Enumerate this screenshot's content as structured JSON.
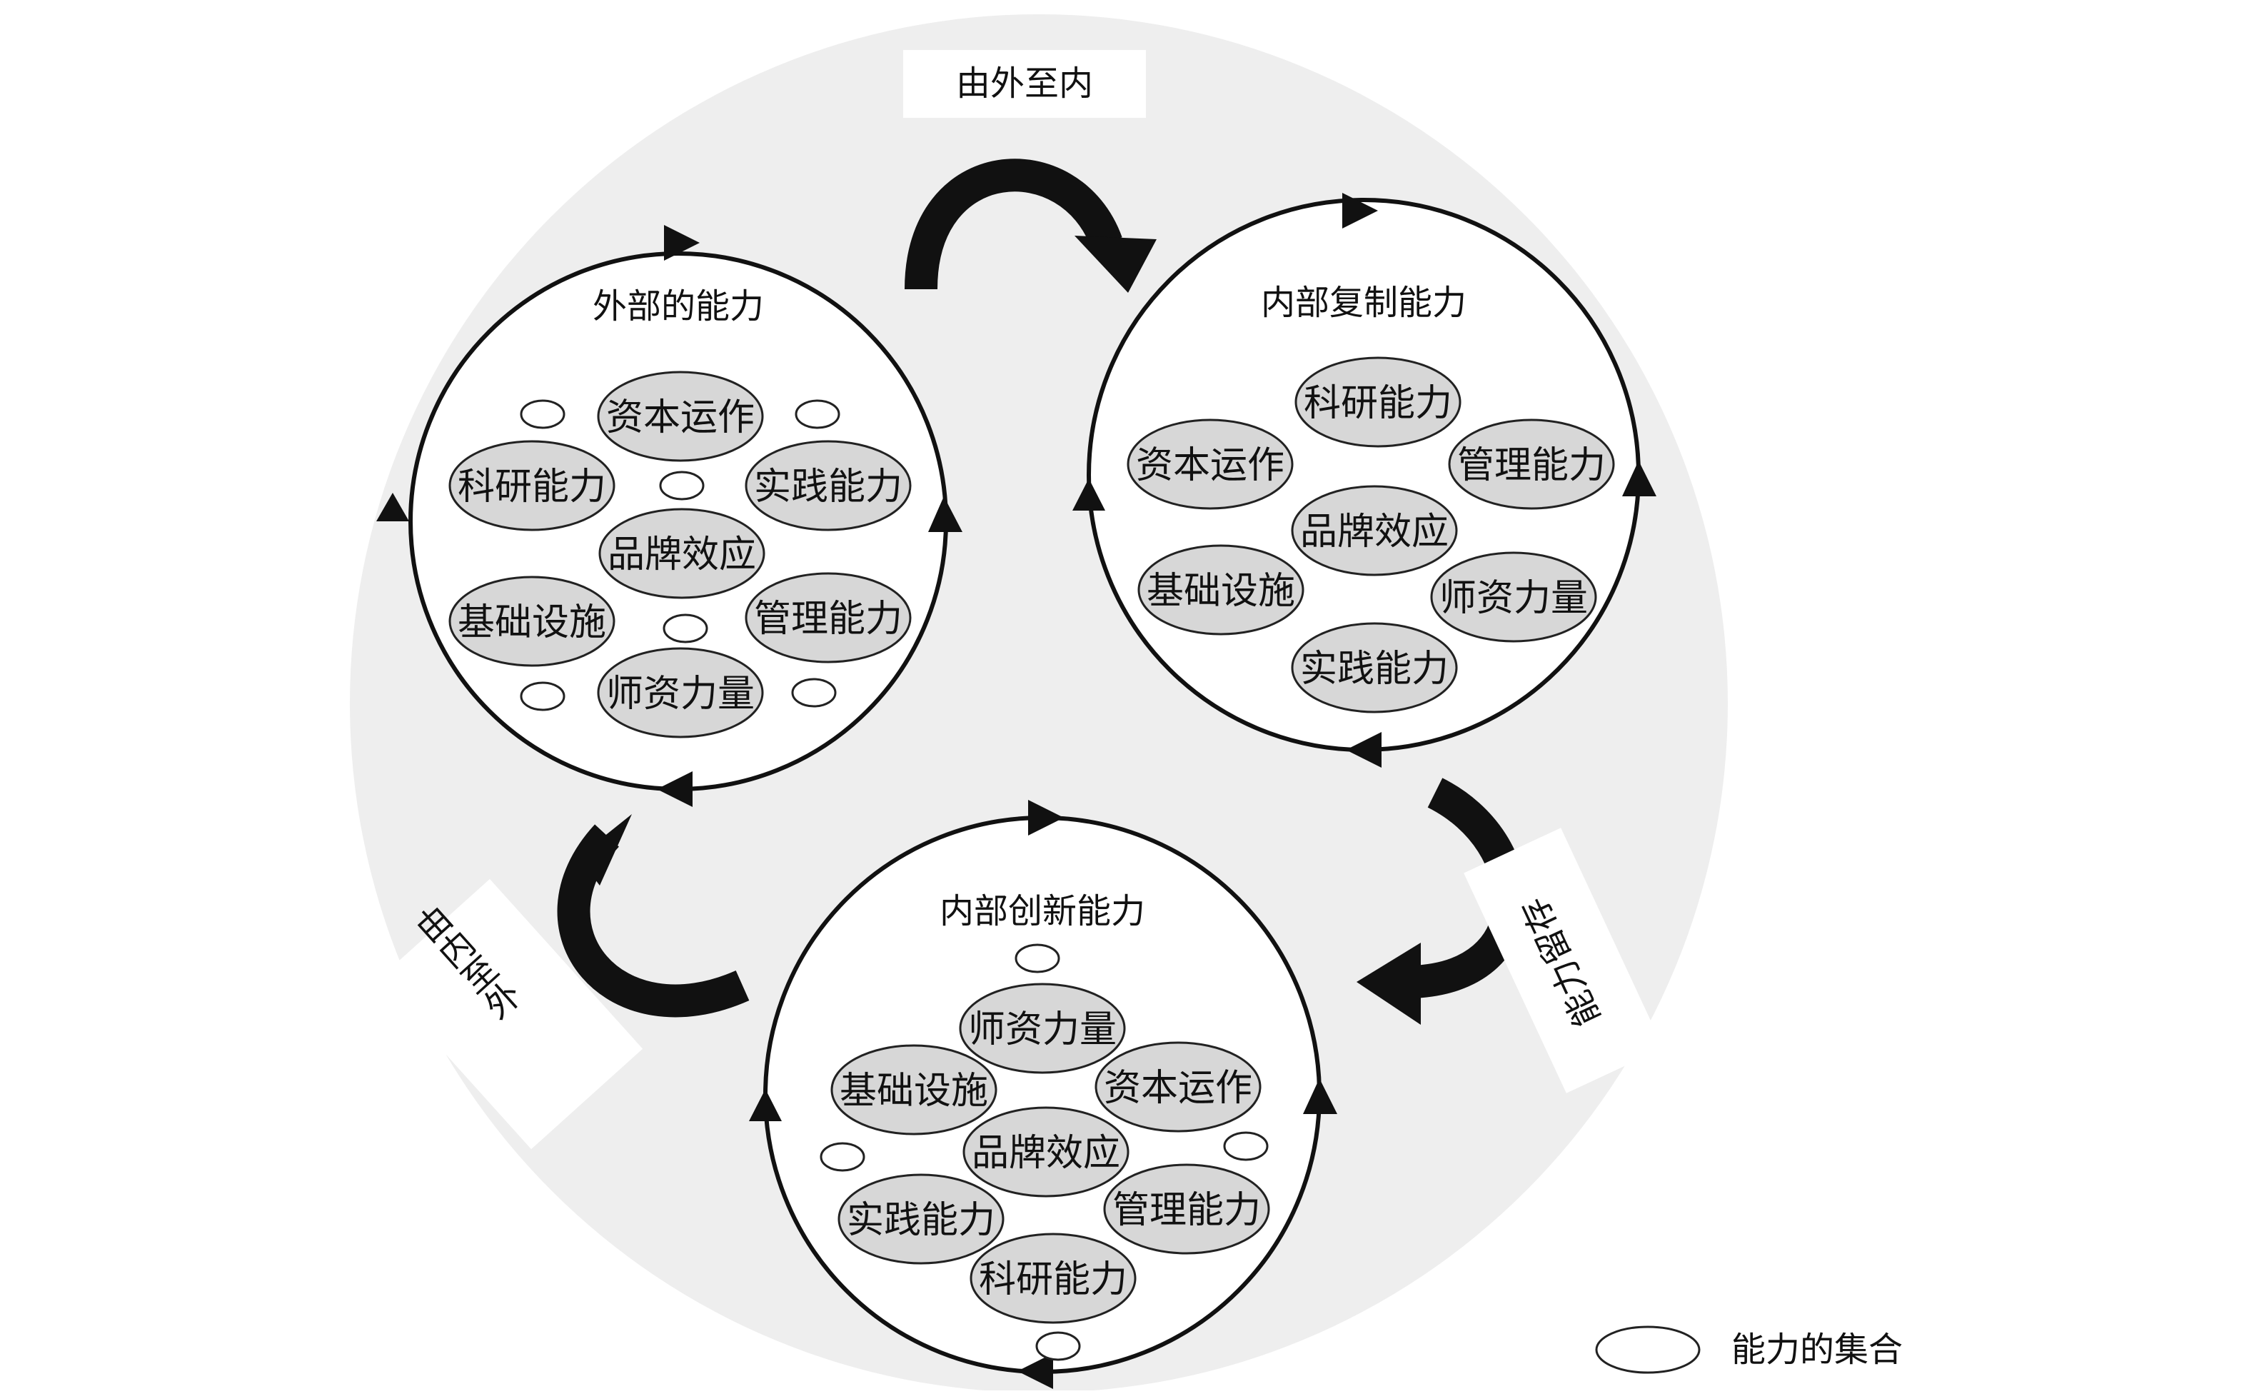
{
  "background_color": "#eeeeee",
  "top_label": "由外至内",
  "left_label": "由内至外",
  "right_label": "能力留存",
  "legend": {
    "label": "能力的集合"
  },
  "circles": [
    {
      "id": "external",
      "title": "外部的能力",
      "items": [
        "资本运作",
        "科研能力",
        "实践能力",
        "品牌效应",
        "基础设施",
        "管理能力",
        "师资力量"
      ]
    },
    {
      "id": "internal-replication",
      "title": "内部复制能力",
      "items": [
        "科研能力",
        "资本运作",
        "管理能力",
        "品牌效应",
        "基础设施",
        "师资力量",
        "实践能力"
      ]
    },
    {
      "id": "internal-innovation",
      "title": "内部创新能力",
      "items": [
        "师资力量",
        "基础设施",
        "资本运作",
        "品牌效应",
        "实践能力",
        "管理能力",
        "科研能力"
      ]
    }
  ]
}
